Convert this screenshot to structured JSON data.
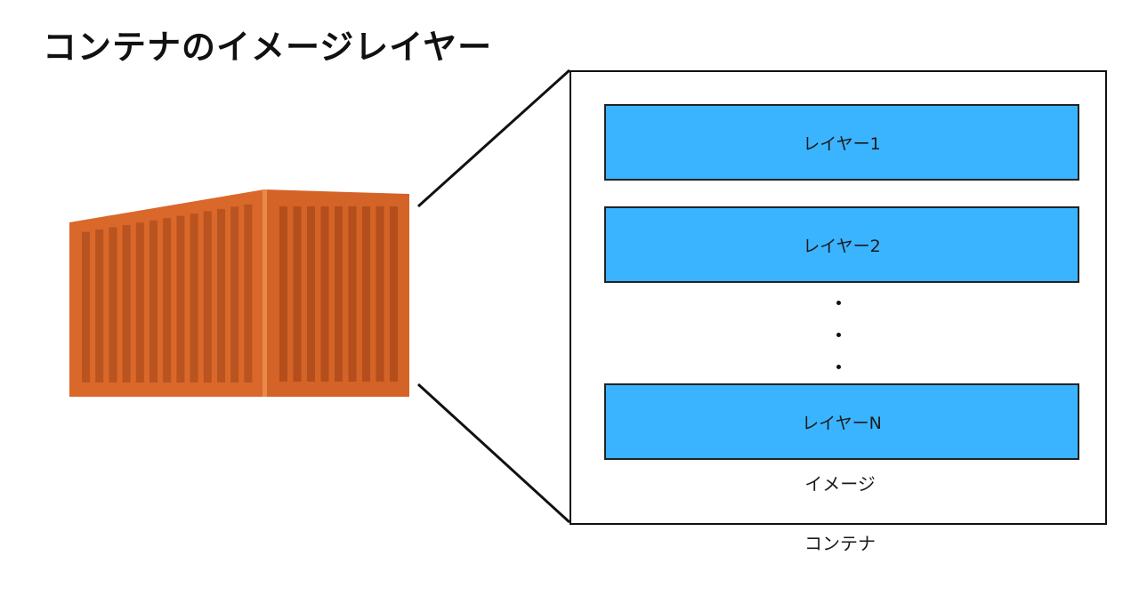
{
  "title": "コンテナのイメージレイヤー",
  "diagram": {
    "layers": [
      {
        "label": "レイヤー1"
      },
      {
        "label": "レイヤー2"
      },
      {
        "label": "レイヤーN"
      }
    ],
    "image_label": "イメージ",
    "container_label": "コンテナ",
    "colors": {
      "layer_fill": "#3ab4ff",
      "container_body": "#d9682a",
      "outline": "#111111"
    },
    "icons": [
      "shipping-container-icon"
    ]
  }
}
